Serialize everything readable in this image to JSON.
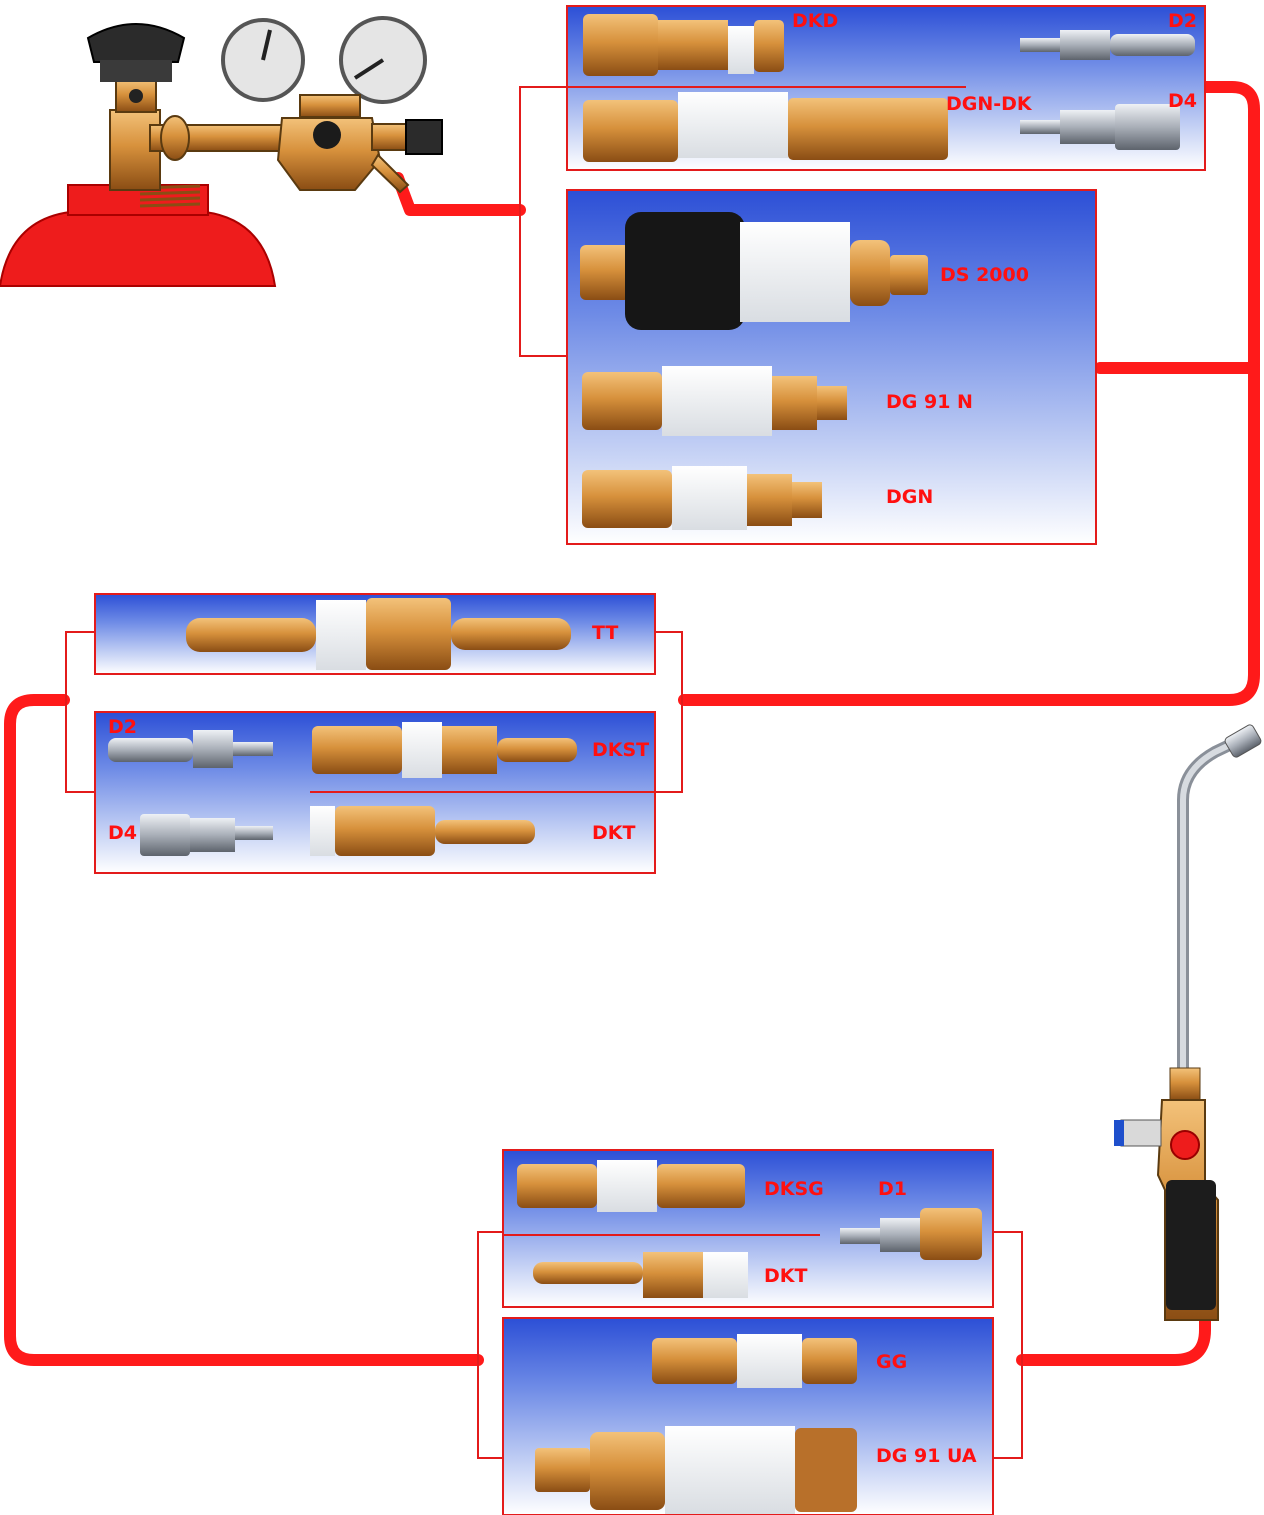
{
  "colors": {
    "hose": "#ff1a1a",
    "label": "#ff1010",
    "brass": "#d4933d",
    "steel": "#b7bcc4",
    "bracket": "#e31b1b"
  },
  "labels": {
    "dkd": "DKD",
    "d2_top": "D2",
    "dgn_dk": "DGN-DK",
    "d4_top": "D4",
    "ds2000": "DS 2000",
    "dg91n": "DG 91 N",
    "dgn": "DGN",
    "tt": "TT",
    "d2_mid": "D2",
    "dkst": "DKST",
    "d4_mid": "D4",
    "dkt_mid": "DKT",
    "dksg": "DKSG",
    "d1": "D1",
    "dkt_bottom": "DKT",
    "gg": "GG",
    "dg91ua": "DG 91 UA"
  },
  "icons": [
    "gas-cylinder-icon",
    "pressure-regulator-icon",
    "torch-icon",
    "flashback-arrestor-icon",
    "quick-coupling-icon",
    "hose-icon"
  ]
}
